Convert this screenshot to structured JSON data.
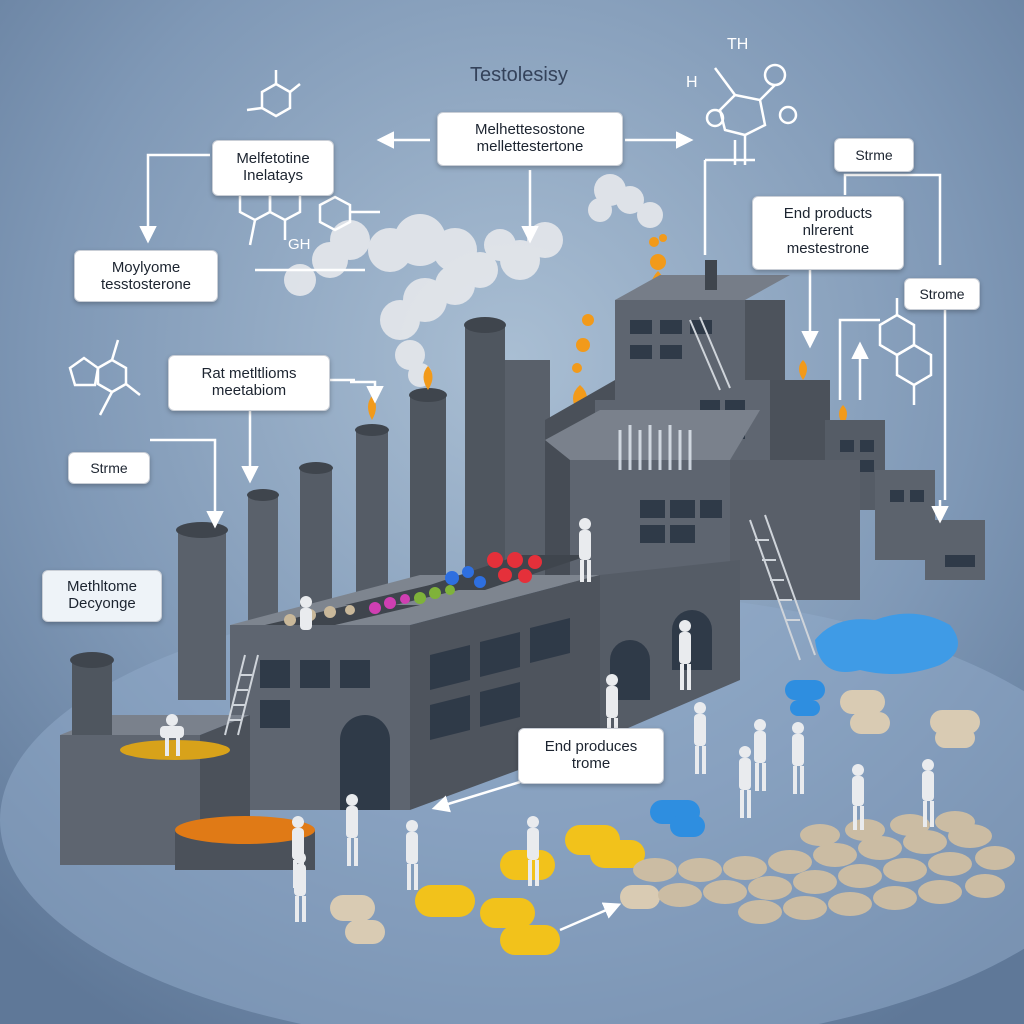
{
  "colors": {
    "background_top": "#9bb0c6",
    "background_mid": "#7f98b6",
    "background_floor": "#8aa4c6",
    "building": "#5e6570",
    "building_dark": "#464c55",
    "building_light": "#767d88",
    "window": "#2f3a48",
    "arrow": "#ffffff",
    "molecule": "#ffffff",
    "flame": "#f29a1a",
    "pill_yellow": "#f2c21b",
    "pill_blue": "#2e8ee0",
    "pill_beige": "#d9cbb3",
    "worker": "#e9ebee"
  },
  "diagram": {
    "title": "Testolesisy",
    "molecule_tag_top": "TH",
    "molecule_tag_h": "H",
    "molecule_tag_gh": "GH",
    "labels": {
      "top_center": {
        "line1": "Melhettesostone",
        "line2": "mellettestertone"
      },
      "left_upper": {
        "line1": "Melfetotine",
        "line2": "Inelatays"
      },
      "left_mid": {
        "line1": "Moylyome",
        "line2": "tesstosterone"
      },
      "left_raw": {
        "line1": "Rat metltlioms",
        "line2": "meetabiom"
      },
      "left_stome": {
        "line1": "Strme"
      },
      "left_bottom": {
        "line1": "Methltome",
        "line2": "Decyonge"
      },
      "right_end": {
        "line1": "End products",
        "line2": "nlrerent",
        "line3": "mestestrone"
      },
      "right_strme": {
        "line1": "Strme"
      },
      "right_stome": {
        "line1": "Strome"
      },
      "center_end": {
        "line1": "End produces",
        "line2": "trome"
      }
    }
  }
}
